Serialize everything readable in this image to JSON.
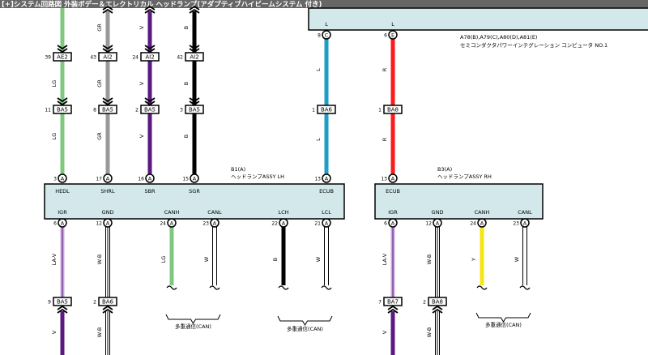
{
  "title": "[+]システム回路図  外装ボデー＆エレクトリカル  ヘッドランプ(アダプティブハイビームシステム 付き)",
  "ecu": {
    "name_line1": "A78(B),A79(C),A80(D),A81(E)",
    "name_line2": "セミコンダクタパワーインテグレーション コンピュータ NO.1",
    "box_color": "#d2e8ea"
  },
  "lh": {
    "id": "B1(A)",
    "name": "ヘッドランプASSY LH"
  },
  "rh": {
    "id": "B3(A)",
    "name": "ヘッドランプASSY RH"
  },
  "pin_letter": "A",
  "top_wires": [
    {
      "code_top": "",
      "code_mid": "LG",
      "code_low": "LG",
      "hex": "#80c880",
      "c1_pin": "39",
      "c1_name": "AE2",
      "c2_pin": "11",
      "c2_name": "BA5",
      "lh_pin": "3",
      "terminal": "HEDL"
    },
    {
      "code_top": "GR",
      "code_mid": "GR",
      "code_low": "GR",
      "hex": "#999999",
      "c1_pin": "43",
      "c1_name": "AI2",
      "c2_pin": "8",
      "c2_name": "BA5",
      "lh_pin": "17",
      "terminal": "SHRL"
    },
    {
      "code_top": "V",
      "code_mid": "V",
      "code_low": "V",
      "hex": "#5a1a82",
      "c1_pin": "24",
      "c1_name": "AI2",
      "c2_pin": "2",
      "c2_name": "BA5",
      "lh_pin": "16",
      "terminal": "SBR"
    },
    {
      "code_top": "B",
      "code_mid": "B",
      "code_low": "B",
      "hex": "#000000",
      "c1_pin": "42",
      "c1_name": "AI2",
      "c2_pin": "3",
      "c2_name": "BA5",
      "lh_pin": "15",
      "terminal": "SGR"
    }
  ],
  "ecu_wires": [
    {
      "ecu_label": "L",
      "ecu_pin": "8",
      "ecu_letter": "C",
      "code": "L",
      "hex": "#1e9ec4",
      "c_pin": "1",
      "c_name": "BA6",
      "lamp_pin": "13",
      "terminal": "ECUB"
    },
    {
      "ecu_label": "L",
      "ecu_pin": "6",
      "ecu_letter": "E",
      "code": "R",
      "hex": "#ff1a1a",
      "c_pin": "1",
      "c_name": "BA8",
      "lamp_pin": "13",
      "terminal": "ECUB"
    }
  ],
  "lh_bottom": [
    {
      "terminal": "IGR",
      "pin": "6",
      "code": "LA-V",
      "hex": "#c8a8dc",
      "c_pin": "9",
      "c_name": "BA5",
      "code_below": "V",
      "below_hex": "#5a1a82"
    },
    {
      "terminal": "GND",
      "pin": "12",
      "code": "W-B",
      "hex": "#ffffff",
      "c_pin": "2",
      "c_name": "BA6",
      "code_below": "W-B",
      "below_hex": "#ffffff"
    },
    {
      "terminal": "CANH",
      "pin": "24",
      "code": "LG",
      "hex": "#80c880"
    },
    {
      "terminal": "CANL",
      "pin": "23",
      "code": "W",
      "hex": "#ffffff"
    },
    {
      "terminal": "LCH",
      "pin": "22",
      "code": "B",
      "hex": "#000000"
    },
    {
      "terminal": "LCL",
      "pin": "21",
      "code": "W",
      "hex": "#ffffff"
    }
  ],
  "rh_bottom": [
    {
      "terminal": "IGR",
      "pin": "6",
      "code": "LA-V",
      "hex": "#c8a8dc",
      "c_pin": "7",
      "c_name": "BA7",
      "code_below": "V",
      "below_hex": "#5a1a82"
    },
    {
      "terminal": "GND",
      "pin": "12",
      "code": "W-B",
      "hex": "#ffffff",
      "c_pin": "2",
      "c_name": "BA8",
      "code_below": "W-B",
      "below_hex": "#ffffff"
    },
    {
      "terminal": "CANH",
      "pin": "24",
      "code": "Y",
      "hex": "#f5e614"
    },
    {
      "terminal": "CANL",
      "pin": "23",
      "code": "W",
      "hex": "#ffffff"
    }
  ],
  "can_labels": [
    "多重通信(CAN)",
    "多重通信(CAN)",
    "多重通信(CAN)"
  ]
}
